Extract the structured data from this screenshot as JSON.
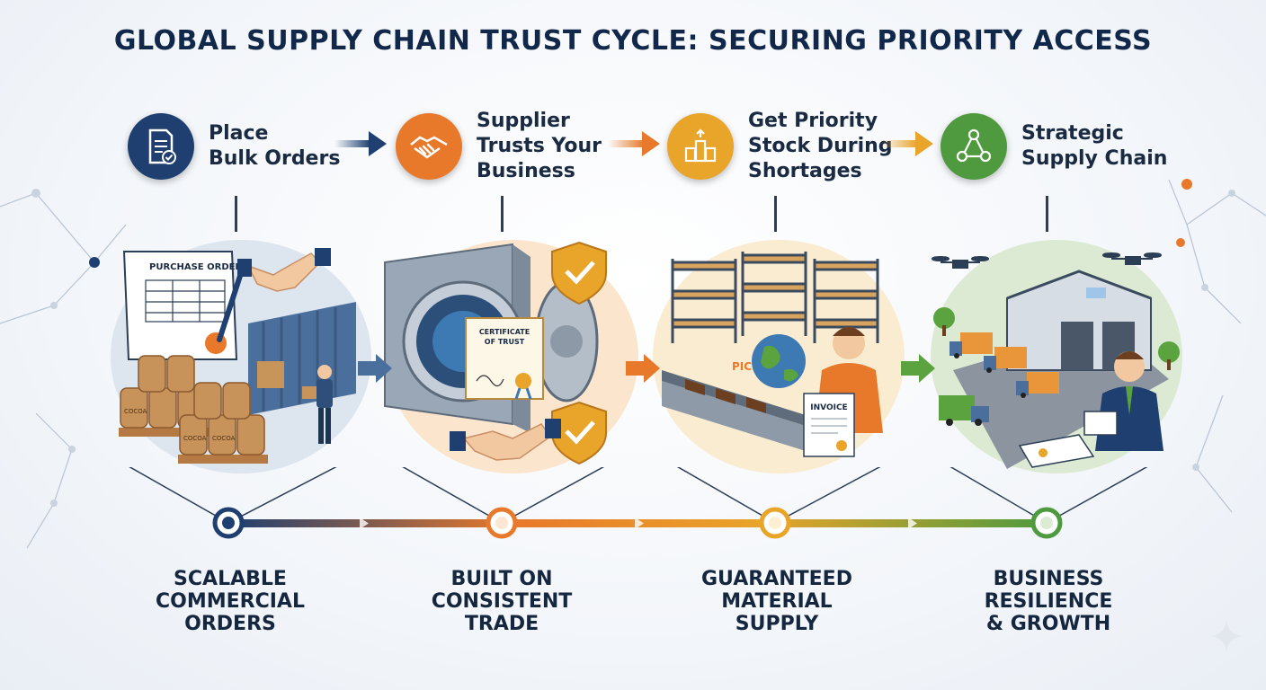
{
  "title": "GLOBAL SUPPLY CHAIN TRUST CYCLE: SECURING PRIORITY ACCESS",
  "steps": [
    {
      "label": "Place\nBulk Orders",
      "icon": "document-check-icon",
      "color": "#1f3f70"
    },
    {
      "label": "Supplier\nTrusts Your\nBusiness",
      "icon": "handshake-icon",
      "color": "#e8792b"
    },
    {
      "label": "Get Priority\nStock During\nShortages",
      "icon": "boxes-up-icon",
      "color": "#e9a42a"
    },
    {
      "label": "Strategic\nSupply Chain",
      "icon": "network-icon",
      "color": "#4f9a3e"
    }
  ],
  "scenes": {
    "orders": {
      "document": "PURCHASE ORDER",
      "sack_label": "COCOA"
    },
    "trust": {
      "certificate_line1": "CERTIFICATE",
      "certificate_line2": "OF TRUST"
    },
    "priority": {
      "conveyor_text": "PICK",
      "invoice": "INVOICE"
    }
  },
  "outcomes": [
    "SCALABLE\nCOMMERCIAL\nORDERS",
    "BUILT ON\nCONSISTENT\nTRADE",
    "GUARANTEED\nMATERIAL\nSUPPLY",
    "BUSINESS\nRESILIENCE\n& GROWTH"
  ]
}
